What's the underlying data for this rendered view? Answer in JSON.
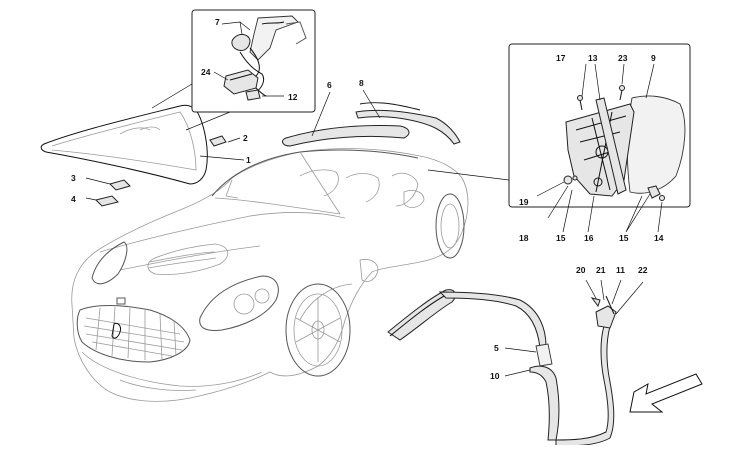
{
  "diagram": {
    "callouts": [
      {
        "id": "c7",
        "label": "7"
      },
      {
        "id": "c24",
        "label": "24"
      },
      {
        "id": "c12",
        "label": "12"
      },
      {
        "id": "c6",
        "label": "6"
      },
      {
        "id": "c8",
        "label": "8"
      },
      {
        "id": "c2",
        "label": "2"
      },
      {
        "id": "c1",
        "label": "1"
      },
      {
        "id": "c3",
        "label": "3"
      },
      {
        "id": "c4",
        "label": "4"
      },
      {
        "id": "c17",
        "label": "17"
      },
      {
        "id": "c13",
        "label": "13"
      },
      {
        "id": "c23",
        "label": "23"
      },
      {
        "id": "c9",
        "label": "9"
      },
      {
        "id": "c19",
        "label": "19"
      },
      {
        "id": "c18",
        "label": "18"
      },
      {
        "id": "c15a",
        "label": "15"
      },
      {
        "id": "c16",
        "label": "16"
      },
      {
        "id": "c15b",
        "label": "15"
      },
      {
        "id": "c14",
        "label": "14"
      },
      {
        "id": "c20",
        "label": "20"
      },
      {
        "id": "c21",
        "label": "21"
      },
      {
        "id": "c11",
        "label": "11"
      },
      {
        "id": "c22",
        "label": "22"
      },
      {
        "id": "c5",
        "label": "5"
      },
      {
        "id": "c10",
        "label": "10"
      }
    ],
    "colors": {
      "line": "#111111",
      "car_line": "#9a9a9a",
      "fill": "#e6e6e6",
      "background": "#ffffff"
    },
    "icons": {
      "direction_arrow": "front-direction-arrow-icon"
    }
  }
}
